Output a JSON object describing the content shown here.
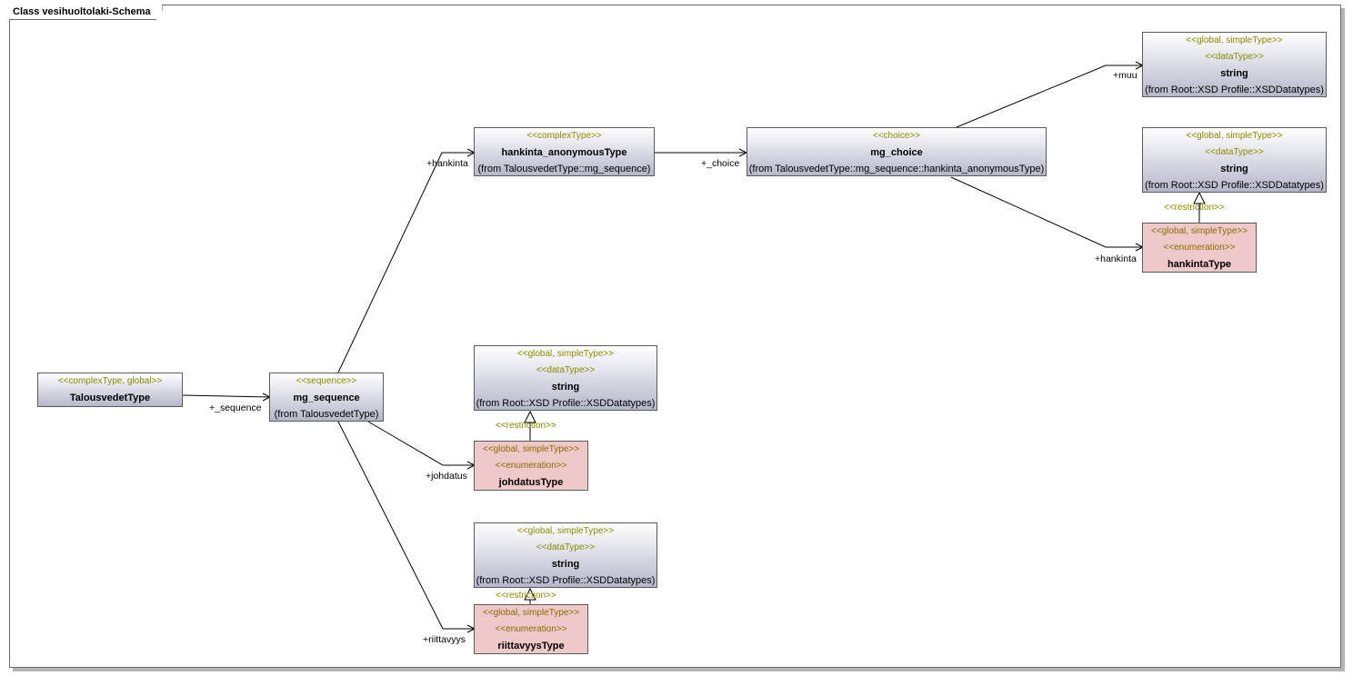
{
  "frame_title": "Class vesihuoltolaki-Schema",
  "classes": {
    "talousvedet": {
      "stereotype": "<<complexType, global>>",
      "name": "TalousvedetType"
    },
    "mg_sequence": {
      "stereotype": "<<sequence>>",
      "name": "mg_sequence",
      "from": "(from TalousvedetType)"
    },
    "hankinta_anon": {
      "stereotype": "<<complexType>>",
      "name": "hankinta_anonymousType",
      "from": "(from TalousvedetType::mg_sequence)"
    },
    "mg_choice": {
      "stereotype": "<<choice>>",
      "name": "mg_choice",
      "from": "(from TalousvedetType::mg_sequence::hankinta_anonymousType)"
    },
    "string_muu": {
      "stereotype1": "<<global, simpleType>>",
      "stereotype2": "<<dataType>>",
      "name": "string",
      "from": "(from Root::XSD Profile::XSDDatatypes)"
    },
    "string_hankinta": {
      "stereotype1": "<<global, simpleType>>",
      "stereotype2": "<<dataType>>",
      "name": "string",
      "from": "(from Root::XSD Profile::XSDDatatypes)"
    },
    "hankintaType": {
      "stereotype1": "<<global, simpleType>>",
      "stereotype2": "<<enumeration>>",
      "name": "hankintaType"
    },
    "string_johdatus": {
      "stereotype1": "<<global, simpleType>>",
      "stereotype2": "<<dataType>>",
      "name": "string",
      "from": "(from Root::XSD Profile::XSDDatatypes)"
    },
    "johdatusType": {
      "stereotype1": "<<global, simpleType>>",
      "stereotype2": "<<enumeration>>",
      "name": "johdatusType"
    },
    "string_riittavyys": {
      "stereotype1": "<<global, simpleType>>",
      "stereotype2": "<<dataType>>",
      "name": "string",
      "from": "(from Root::XSD Profile::XSDDatatypes)"
    },
    "riittavyysType": {
      "stereotype1": "<<global, simpleType>>",
      "stereotype2": "<<enumeration>>",
      "name": "riittavyysType"
    }
  },
  "roles": {
    "sequence": "+_sequence",
    "hankinta_top": "+hankinta",
    "choice": "+_choice",
    "muu": "+muu",
    "hankinta_right": "+hankinta",
    "johdatus": "+johdatus",
    "riittavyys": "+riittavyys"
  },
  "restriction_label": "<<restriction>>",
  "colors": {
    "class_fill_gray": "#b7b7cc",
    "class_fill_pink": "#efc9c9",
    "stereotype_text": "#8a8a00",
    "frame_border": "#6b6b6b"
  }
}
